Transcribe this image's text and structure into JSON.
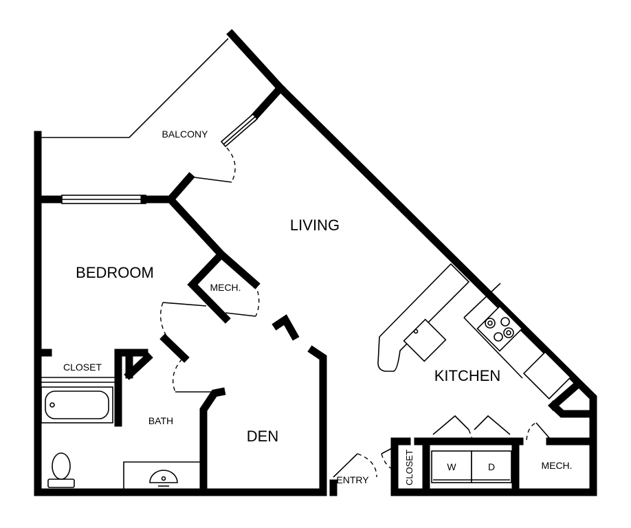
{
  "rooms": {
    "balcony": "BALCONY",
    "living": "LIVING",
    "bedroom": "BEDROOM",
    "mech_bedroom": "MECH.",
    "closet_bedroom": "CLOSET",
    "bath": "BATH",
    "den": "DEN",
    "kitchen": "KITCHEN",
    "entry": "ENTRY",
    "closet_entry": "CLOSET",
    "washer": "W",
    "dryer": "D",
    "mech_laundry": "MECH."
  }
}
